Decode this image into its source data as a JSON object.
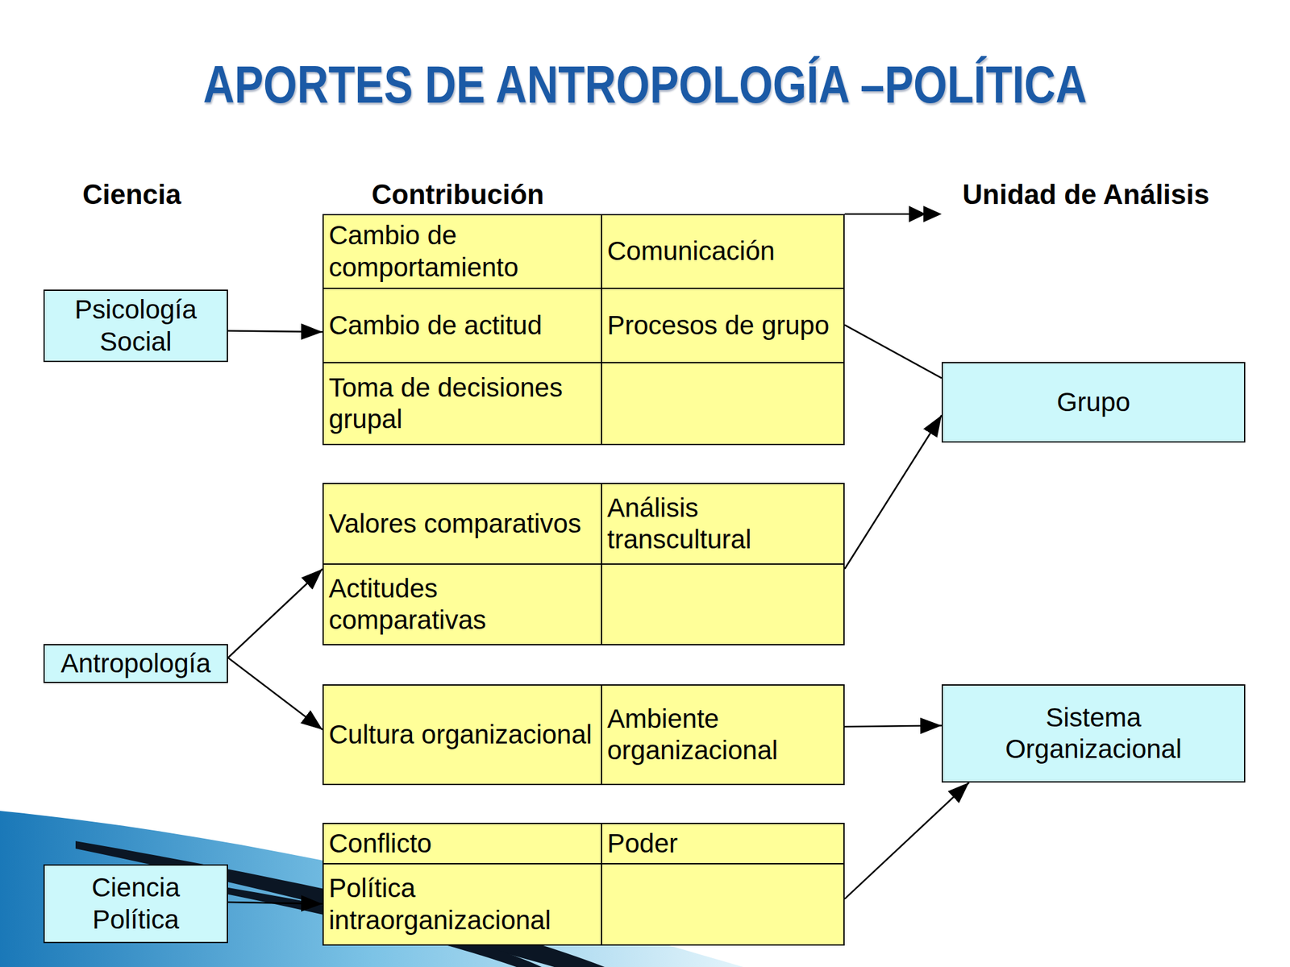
{
  "diagram": {
    "title": "APORTES DE ANTROPOLOGÍA –POLÍTICA",
    "nodes": [
      {
        "text": [
          "Psicología Social"
        ]
      },
      {
        "text": [
          "Cambio de comportamiento",
          "Comunicación",
          "Cambio de actitud",
          "Procesos de grupo",
          "Toma de decisiones grupal"
        ]
      },
      {
        "text": [
          "Antropología"
        ]
      },
      {
        "text": [
          "Valores comparativos",
          "Análisis transcultural",
          "Actitudes comparativas"
        ]
      },
      {
        "text": [
          "Cultura organizacional",
          "Ambiente organizacional"
        ]
      },
      {
        "text": [
          "Ciencia Política"
        ]
      },
      {
        "text": [
          "Conflicto",
          "Poder",
          "Política intraorganizacional"
        ]
      },
      {
        "text": [
          "Grupo"
        ]
      },
      {
        "text": [
          "Sistema Organizacional"
        ]
      }
    ],
    "edges": [
      {
        "from": 0,
        "to": 1,
        "arrow": "to"
      },
      {
        "from": 2,
        "to": 3,
        "arrow": "to"
      },
      {
        "from": 2,
        "to": 4,
        "arrow": "to"
      },
      {
        "from": 5,
        "to": 6,
        "arrow": "to"
      },
      {
        "from": 1,
        "to": 7,
        "arrow": "none"
      },
      {
        "from": 3,
        "to": 7,
        "arrow": "to"
      },
      {
        "from": 4,
        "to": 8,
        "arrow": "to"
      },
      {
        "from": 6,
        "to": 8,
        "arrow": "to"
      }
    ],
    "labels": [
      "Ciencia",
      "Contribución",
      "Unidad de Análisis"
    ]
  }
}
